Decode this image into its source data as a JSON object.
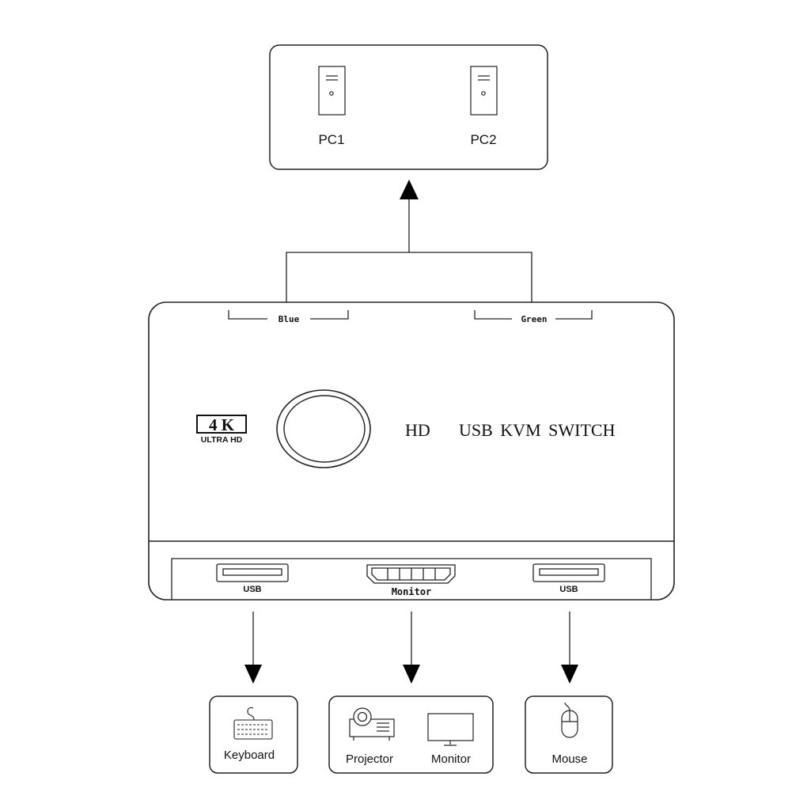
{
  "computers": {
    "pc1": "PC1",
    "pc2": "PC2"
  },
  "switch": {
    "port_labels": {
      "blue": "Blue",
      "green": "Green"
    },
    "badge": {
      "big": "4 K",
      "small": "ULTRA HD"
    },
    "title": {
      "hd": "HD",
      "name": "USB KVM SWITCH"
    },
    "front_ports": {
      "usb_left": "USB",
      "hdmi": "Monitor",
      "usb_right": "USB"
    }
  },
  "devices": {
    "keyboard": "Keyboard",
    "projector": "Projector",
    "monitor": "Monitor",
    "mouse": "Mouse"
  }
}
